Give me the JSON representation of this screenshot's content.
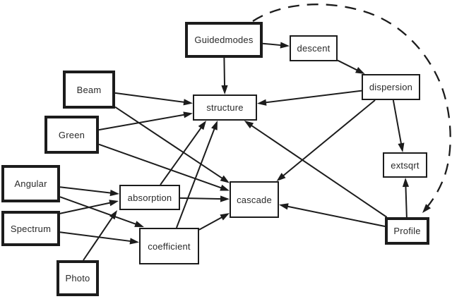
{
  "figure": {
    "title": "module dependency diagram",
    "background": "#ffffff",
    "line_color": "#1c1c1c",
    "nodes": [
      {
        "id": "Guidedmodes",
        "label": "Guidedmodes",
        "style": "bold"
      },
      {
        "id": "descent",
        "label": "descent",
        "style": "normal"
      },
      {
        "id": "dispersion",
        "label": "dispersion",
        "style": "normal"
      },
      {
        "id": "Beam",
        "label": "Beam",
        "style": "bold"
      },
      {
        "id": "Green",
        "label": "Green",
        "style": "bold"
      },
      {
        "id": "structure",
        "label": "structure",
        "style": "normal"
      },
      {
        "id": "extsqrt",
        "label": "extsqrt",
        "style": "normal"
      },
      {
        "id": "Angular",
        "label": "Angular",
        "style": "bold"
      },
      {
        "id": "absorption",
        "label": "absorption",
        "style": "normal"
      },
      {
        "id": "cascade",
        "label": "cascade",
        "style": "normal"
      },
      {
        "id": "Spectrum",
        "label": "Spectrum",
        "style": "bold"
      },
      {
        "id": "coefficient",
        "label": "coefficient",
        "style": "normal"
      },
      {
        "id": "Profile",
        "label": "Profile",
        "style": "bold"
      },
      {
        "id": "Photo",
        "label": "Photo",
        "style": "bold"
      }
    ],
    "edges": [
      {
        "from": "Guidedmodes",
        "to": "descent",
        "style": "solid"
      },
      {
        "from": "Guidedmodes",
        "to": "structure",
        "style": "solid"
      },
      {
        "from": "descent",
        "to": "dispersion",
        "style": "solid"
      },
      {
        "from": "dispersion",
        "to": "structure",
        "style": "solid"
      },
      {
        "from": "dispersion",
        "to": "extsqrt",
        "style": "solid"
      },
      {
        "from": "dispersion",
        "to": "cascade",
        "style": "solid"
      },
      {
        "from": "Beam",
        "to": "structure",
        "style": "solid"
      },
      {
        "from": "Beam",
        "to": "cascade",
        "style": "solid"
      },
      {
        "from": "Green",
        "to": "structure",
        "style": "solid"
      },
      {
        "from": "Green",
        "to": "cascade",
        "style": "solid"
      },
      {
        "from": "Angular",
        "to": "absorption",
        "style": "solid"
      },
      {
        "from": "Angular",
        "to": "coefficient",
        "style": "solid"
      },
      {
        "from": "Spectrum",
        "to": "absorption",
        "style": "solid"
      },
      {
        "from": "Spectrum",
        "to": "coefficient",
        "style": "solid"
      },
      {
        "from": "Photo",
        "to": "absorption",
        "style": "solid"
      },
      {
        "from": "absorption",
        "to": "structure",
        "style": "solid"
      },
      {
        "from": "absorption",
        "to": "cascade",
        "style": "solid"
      },
      {
        "from": "coefficient",
        "to": "structure",
        "style": "solid"
      },
      {
        "from": "coefficient",
        "to": "cascade",
        "style": "solid"
      },
      {
        "from": "Profile",
        "to": "structure",
        "style": "solid"
      },
      {
        "from": "Profile",
        "to": "cascade",
        "style": "solid"
      },
      {
        "from": "Profile",
        "to": "extsqrt",
        "style": "solid"
      },
      {
        "from": "Guidedmodes",
        "to": "Profile",
        "style": "dashed"
      }
    ]
  }
}
